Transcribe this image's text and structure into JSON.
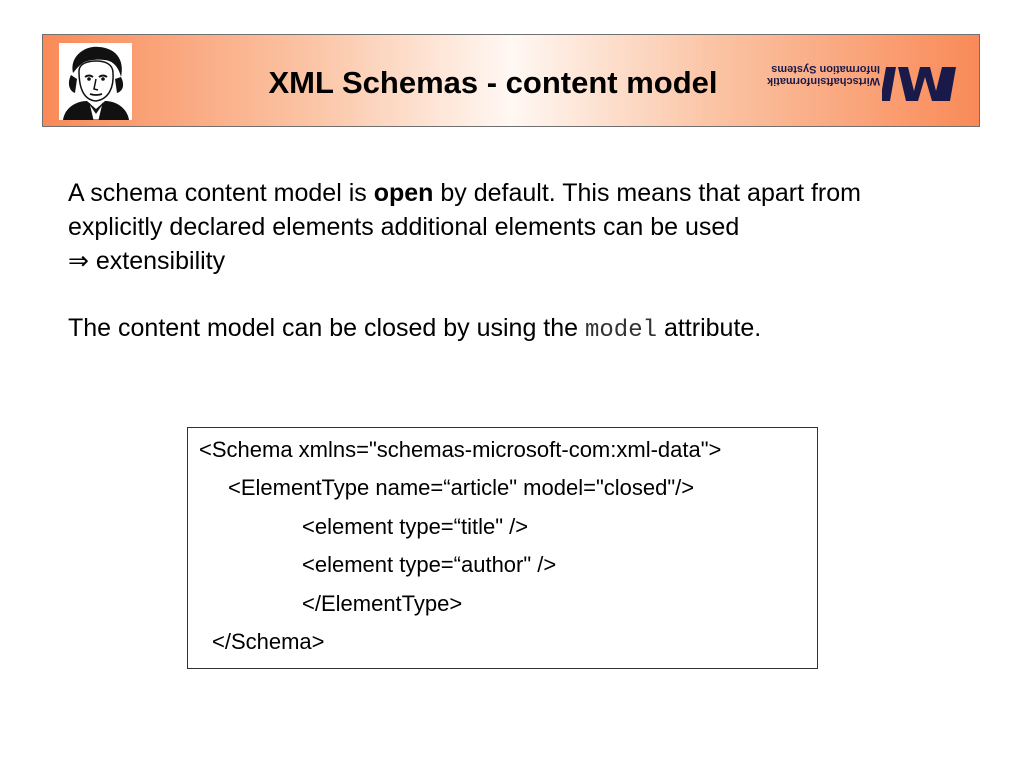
{
  "header": {
    "title": "XML Schemas - content model",
    "logo_line1": "Wirtschaftsinformatik",
    "logo_line2": "Information Systems",
    "logo_mark": "IWI"
  },
  "body": {
    "para1_pre": "A schema content model is ",
    "para1_bold": "open",
    "para1_post": " by default. This means that apart from",
    "para1_line2": "explicitly declared elements additional elements can be used",
    "para1_arrow": "⇒",
    "para1_line3": " extensibility",
    "para2_pre": "The content model can be closed by using the ",
    "para2_code": "model",
    "para2_post": " attribute."
  },
  "code": {
    "lines": [
      "<Schema xmlns=\"schemas-microsoft-com:xml-data\">",
      "<ElementType name=“article\" model=\"closed\"/>",
      "<element type=“title\" />",
      "<element type=“author\" />",
      "</ElementType>",
      "</Schema>"
    ]
  },
  "colors": {
    "header_edge": "#f98a58",
    "header_center": "#fff8f3",
    "logo_blue": "#1a1a4a"
  }
}
